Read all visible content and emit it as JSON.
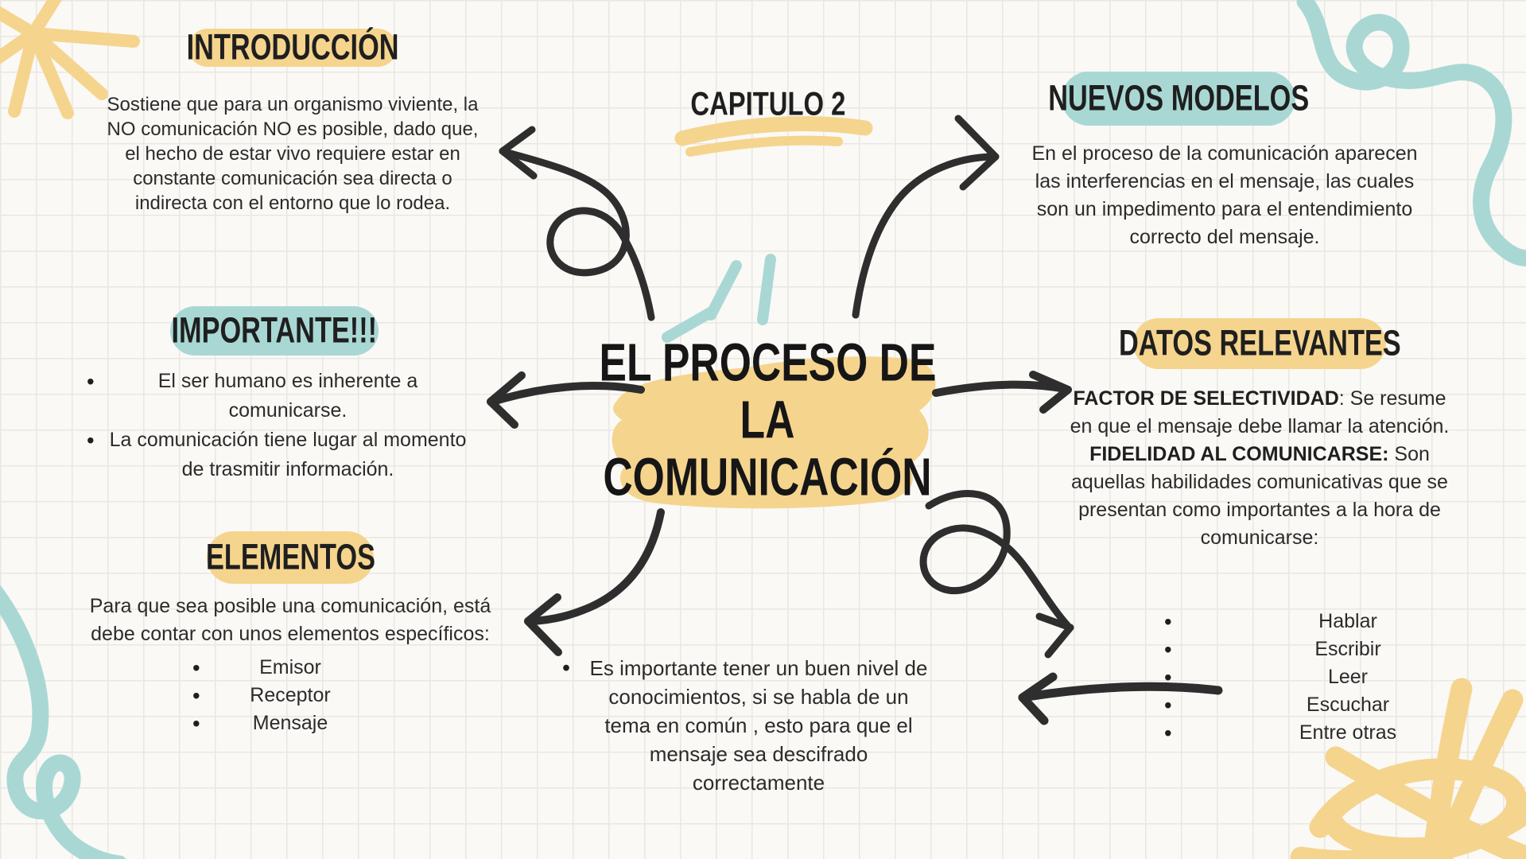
{
  "page": {
    "kind": "mind-map poster",
    "background_color": "#FAF9F6",
    "grid_color": "#e9e7e2"
  },
  "colors": {
    "highlight_yellow": "#F5D48E",
    "highlight_teal": "#A9D8D4",
    "ink": "#1f1f1f",
    "arrow": "#2e2e2e"
  },
  "chapter_label": "CAPITULO 2",
  "title": {
    "line1": "EL PROCESO DE",
    "line2": "LA",
    "line3": "COMUNICACIÓN"
  },
  "sections": {
    "introduccion": {
      "heading": "INTRODUCCIÓN",
      "body": "Sostiene que para un organismo viviente, la NO comunicación NO es posible, dado que, el hecho de estar vivo requiere estar en constante comunicación sea directa o indirecta con el entorno que  lo rodea."
    },
    "importante": {
      "heading": "IMPORTANTE!!!",
      "items": [
        "El ser humano es inherente a comunicarse.",
        "La comunicación tiene lugar al momento de trasmitir información."
      ]
    },
    "elementos": {
      "heading": "ELEMENTOS",
      "body": "Para que sea posible una comunicación, está debe contar con unos elementos específicos:",
      "items": [
        "Emisor",
        "Receptor",
        "Mensaje"
      ]
    },
    "nuevos_modelos": {
      "heading": "NUEVOS MODELOS",
      "body": "En el proceso de la comunicación aparecen las interferencias en el mensaje, las cuales son un impedimento para el entendimiento correcto del mensaje."
    },
    "datos_relevantes": {
      "heading": "DATOS RELEVANTES",
      "entries": [
        {
          "term": "FACTOR DE SELECTIVIDAD",
          "desc": ": Se resume en que el mensaje debe llamar la atención."
        },
        {
          "term": "FIDELIDAD AL COMUNICARSE:",
          "desc": " Son aquellas habilidades comunicativas que se presentan como importantes a la hora de comunicarse:"
        }
      ],
      "skills": [
        "Hablar",
        "Escribir",
        "Leer",
        "Escuchar",
        "Entre otras"
      ]
    },
    "nota_inferior": {
      "items": [
        "Es importante tener un buen nivel de conocimientos, si se habla de un tema en común , esto para que el mensaje sea descifrado correctamente"
      ]
    }
  },
  "decorations": [
    "yellow-star-doodle-top-left",
    "teal-squiggle-doodle-top-right",
    "teal-squiggle-doodle-bottom-left",
    "yellow-scribble-doodle-bottom-right",
    "teal-burst-rays",
    "yellow-brush-highlight-title",
    "yellow-underline-capitulo",
    "hand-drawn-arrows"
  ]
}
